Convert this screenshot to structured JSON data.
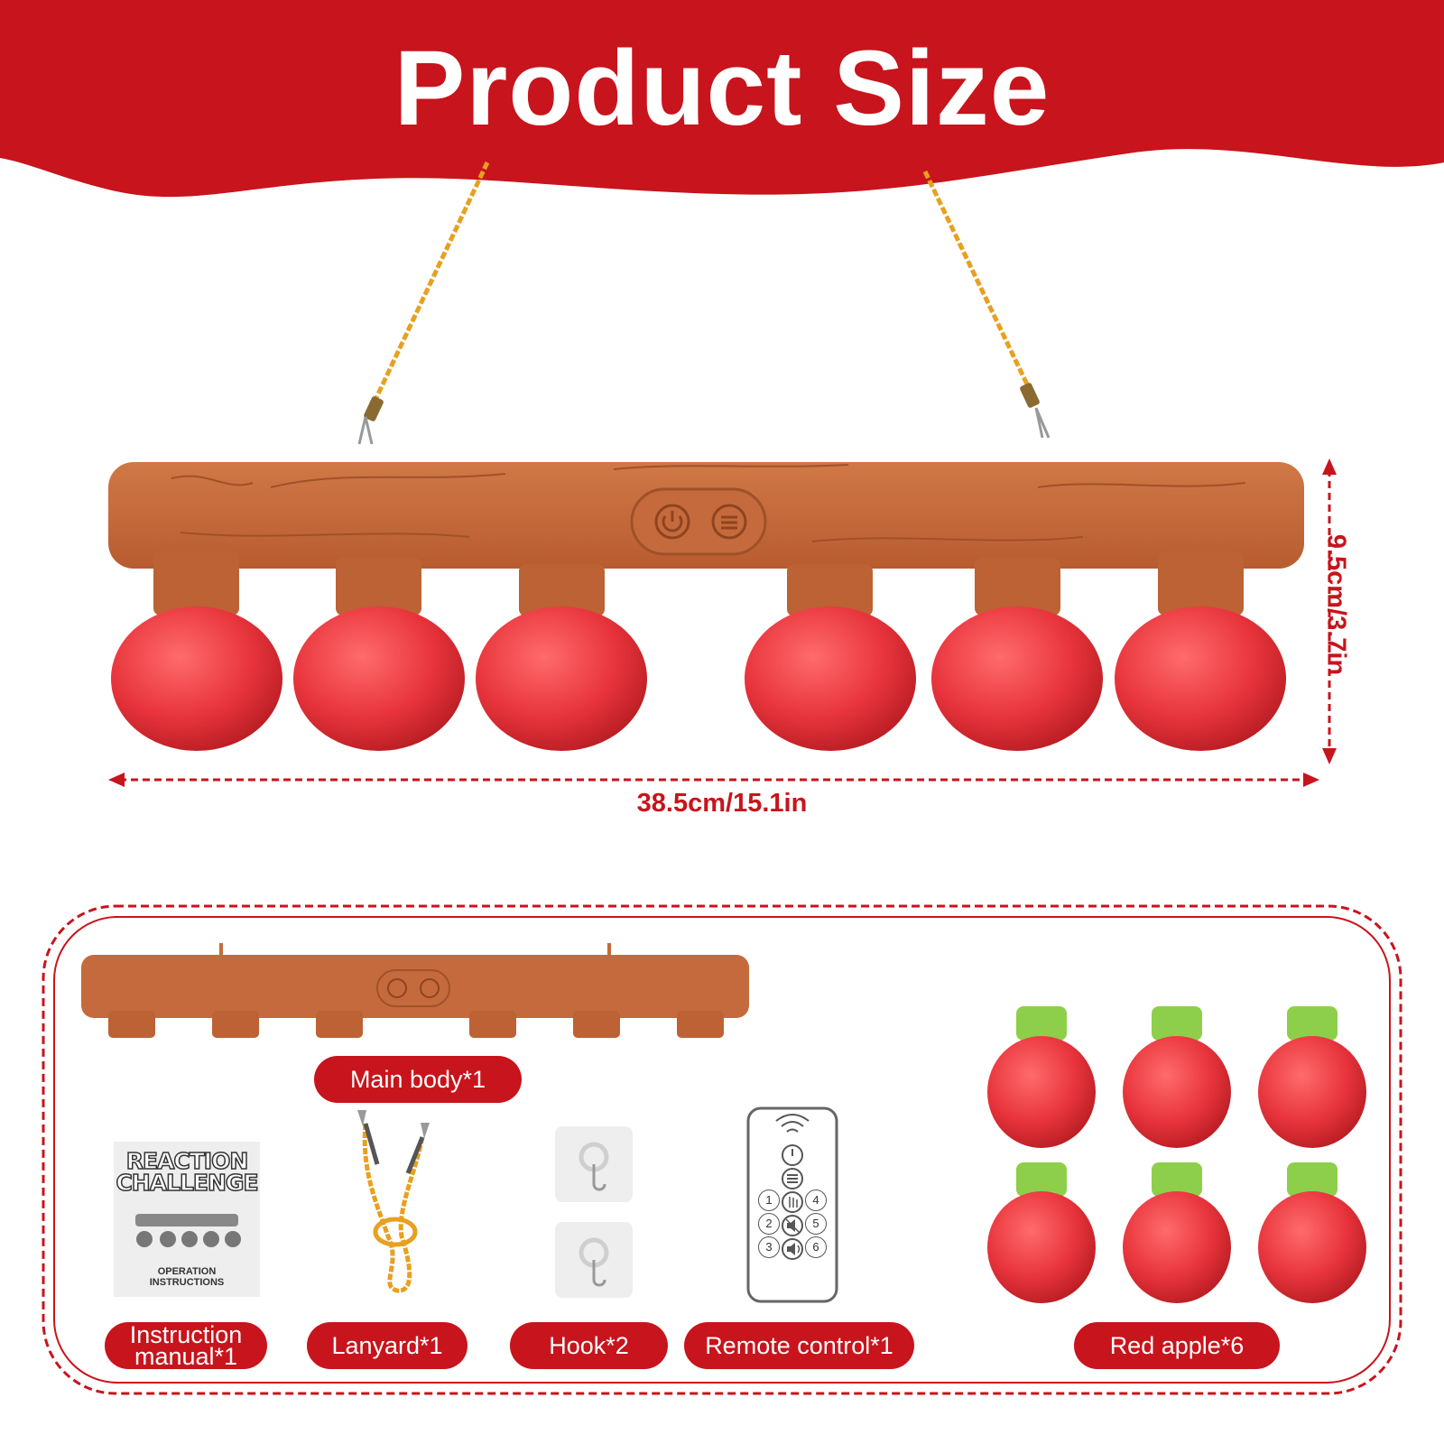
{
  "header": {
    "title": "Product Size"
  },
  "dimensions": {
    "width_label": "38.5cm/15.1in",
    "height_label": "9.5cm/3.7in"
  },
  "contents": {
    "main_body": "Main body*1",
    "instruction_manual": "Instruction manual*1",
    "lanyard": "Lanyard*1",
    "hook": "Hook*2",
    "remote_control": "Remote control*1",
    "red_apple": "Red apple*6"
  },
  "manual": {
    "title_line1": "REACTION",
    "title_line2": "CHALLENGE",
    "footer_line1": "OPERATION",
    "footer_line2": "INSTRUCTIONS"
  },
  "remote": {
    "buttons": [
      "1",
      "4",
      "2",
      "5",
      "3",
      "6"
    ]
  },
  "colors": {
    "brand_red": "#c8141c",
    "branch": "#c56a3c",
    "apple": "#e8343c",
    "leaf": "#8dcf4a",
    "cord": "#e8a020"
  },
  "icons": {
    "power": "power-icon",
    "menu": "menu-icon",
    "signal": "signal-icon",
    "mute": "mute-icon",
    "volume": "volume-icon",
    "hand": "hand-icon"
  }
}
